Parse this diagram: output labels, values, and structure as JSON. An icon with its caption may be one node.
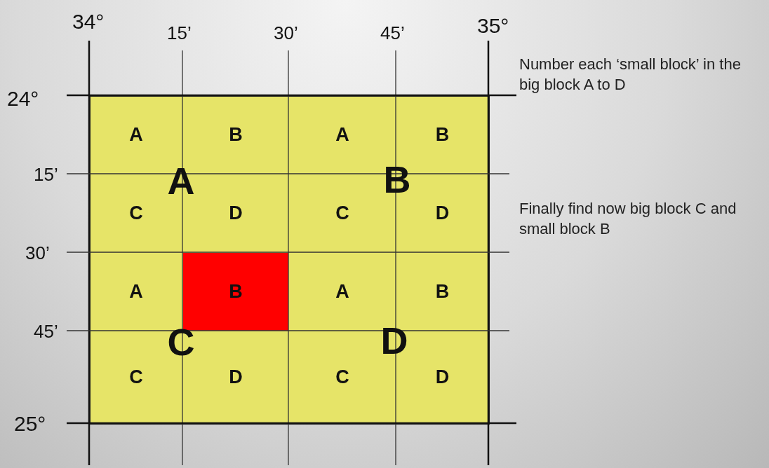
{
  "diagram": {
    "nodes": [
      {
        "text": [
          "A",
          "B",
          "C",
          "D"
        ]
      },
      {
        "text": [
          "A"
        ],
        "in": 0
      },
      {
        "text": [
          "B"
        ],
        "in": 0
      },
      {
        "text": [
          "A"
        ],
        "in": 0
      },
      {
        "text": [
          "B"
        ],
        "in": 0
      },
      {
        "text": [
          "C"
        ],
        "in": 0
      },
      {
        "text": [
          "D"
        ],
        "in": 0
      },
      {
        "text": [
          "C"
        ],
        "in": 0
      },
      {
        "text": [
          "D"
        ],
        "in": 0
      },
      {
        "text": [
          "A"
        ],
        "in": 0
      },
      {
        "text": [
          "B"
        ],
        "in": 0
      },
      {
        "text": [
          "A"
        ],
        "in": 0
      },
      {
        "text": [
          "B"
        ],
        "in": 0
      },
      {
        "text": [
          "C"
        ],
        "in": 0
      },
      {
        "text": [
          "D"
        ],
        "in": 0
      },
      {
        "text": [
          "C"
        ],
        "in": 0
      },
      {
        "text": [
          "D"
        ],
        "in": 0
      }
    ],
    "labels": [
      "34°",
      "15’",
      "30’",
      "45’",
      "35°",
      "24°",
      "15’",
      "30’",
      "45’",
      "25°",
      "Number each ‘small block’ in the big block A to D",
      "Finally find now big block C and small block B"
    ]
  }
}
